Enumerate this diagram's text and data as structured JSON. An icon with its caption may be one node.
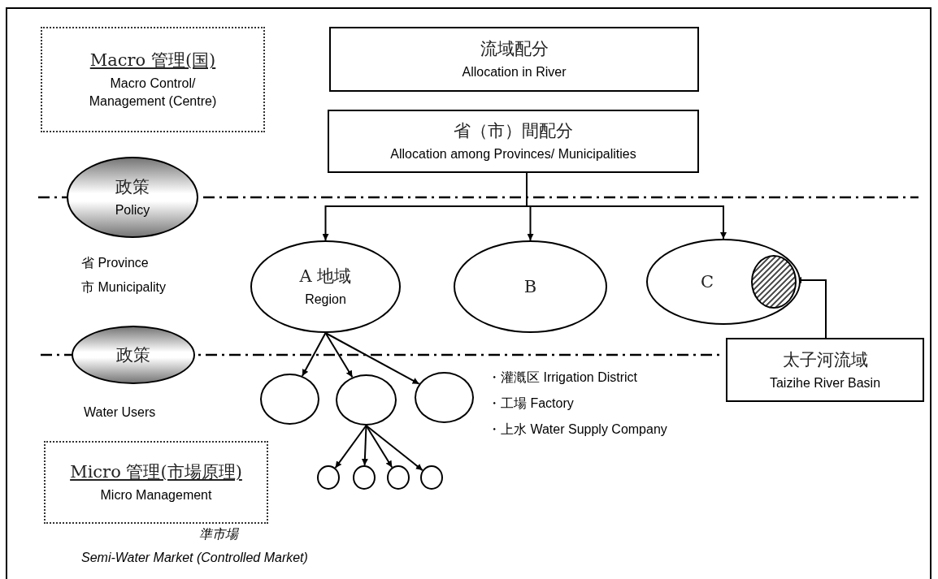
{
  "diagram": {
    "nodes": [
      {
        "text": [
          "Macro 管理(国)",
          "Macro Control/ Management (Centre)"
        ]
      },
      {
        "text": [
          "流域配分",
          "Allocation in River"
        ]
      },
      {
        "text": [
          "省（市）間配分",
          "Allocation among Provinces/ Municipalities"
        ]
      },
      {
        "text": [
          "政策",
          "Policy"
        ]
      },
      {
        "text": [
          "A 地域",
          "Region"
        ]
      },
      {
        "text": [
          "B"
        ]
      },
      {
        "text": [
          "C"
        ]
      },
      {
        "text": [],
        "shape": "circle",
        "in": 6
      },
      {
        "text": [
          "政策"
        ]
      },
      {
        "text": [
          "太子河流域",
          "Taizihe River Basin"
        ]
      },
      {
        "text": [],
        "shape": "circle"
      },
      {
        "text": [],
        "shape": "circle"
      },
      {
        "text": [],
        "shape": "circle"
      },
      {
        "text": [],
        "shape": "circle"
      },
      {
        "text": [],
        "shape": "circle"
      },
      {
        "text": [],
        "shape": "circle"
      },
      {
        "text": [],
        "shape": "circle"
      },
      {
        "text": [
          "Micro 管理(市場原理)",
          "Micro Management"
        ]
      }
    ],
    "edges": [
      {
        "from": 2,
        "to": 4,
        "arrow": "to"
      },
      {
        "from": 2,
        "to": 5,
        "arrow": "to"
      },
      {
        "from": 2,
        "to": 6,
        "arrow": "to"
      },
      {
        "from": 9,
        "to": 7,
        "arrow": "to"
      },
      {
        "from": 4,
        "to": 10,
        "arrow": "to"
      },
      {
        "from": 4,
        "to": 11,
        "arrow": "to"
      },
      {
        "from": 4,
        "to": 12,
        "arrow": "to"
      },
      {
        "from": 11,
        "to": 13,
        "arrow": "to"
      },
      {
        "from": 11,
        "to": 14,
        "arrow": "to"
      },
      {
        "from": 11,
        "to": 15,
        "arrow": "to"
      },
      {
        "from": 11,
        "to": 16,
        "arrow": "to"
      }
    ],
    "labels": [
      "省 Province",
      "市 Municipality",
      "Water Users",
      "・灌漑区 Irrigation District",
      "・工場 Factory",
      "・上水 Water Supply Company",
      "準市場",
      "Semi-Water Market (Controlled Market)"
    ]
  }
}
